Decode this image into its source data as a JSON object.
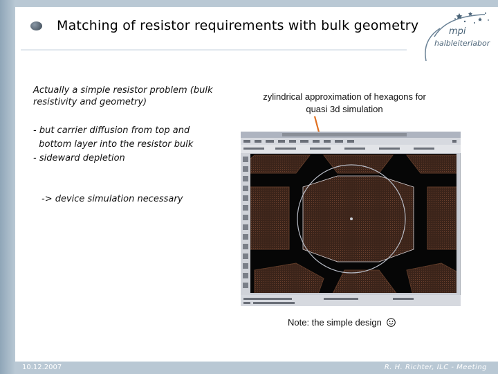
{
  "slide": {
    "title": "Matching of resistor requirements with bulk geometry",
    "left_para1": "Actually a simple resistor problem (bulk\nresistivity and geometry)",
    "left_para2": "- but carrier diffusion from top and\n  bottom layer into the resistor bulk\n- sideward depletion",
    "left_para3": "-> device simulation necessary",
    "caption": "zylindrical approximation of hexagons for quasi 3d simulation",
    "note": "Note: the simple design"
  },
  "logo": {
    "line1": "mpi",
    "line2": "halbleiterlabor"
  },
  "footer": {
    "date": "10.12.2007",
    "author": "R. H. Richter, ILC - Meeting"
  },
  "colors": {
    "accent_bar": "#b9c8d4",
    "arrow": "#e07020",
    "sim_background": "#3b241a"
  },
  "icons": {
    "bullet": "gray-sphere-bullet-icon",
    "note_emoji": "smiley-icon"
  }
}
